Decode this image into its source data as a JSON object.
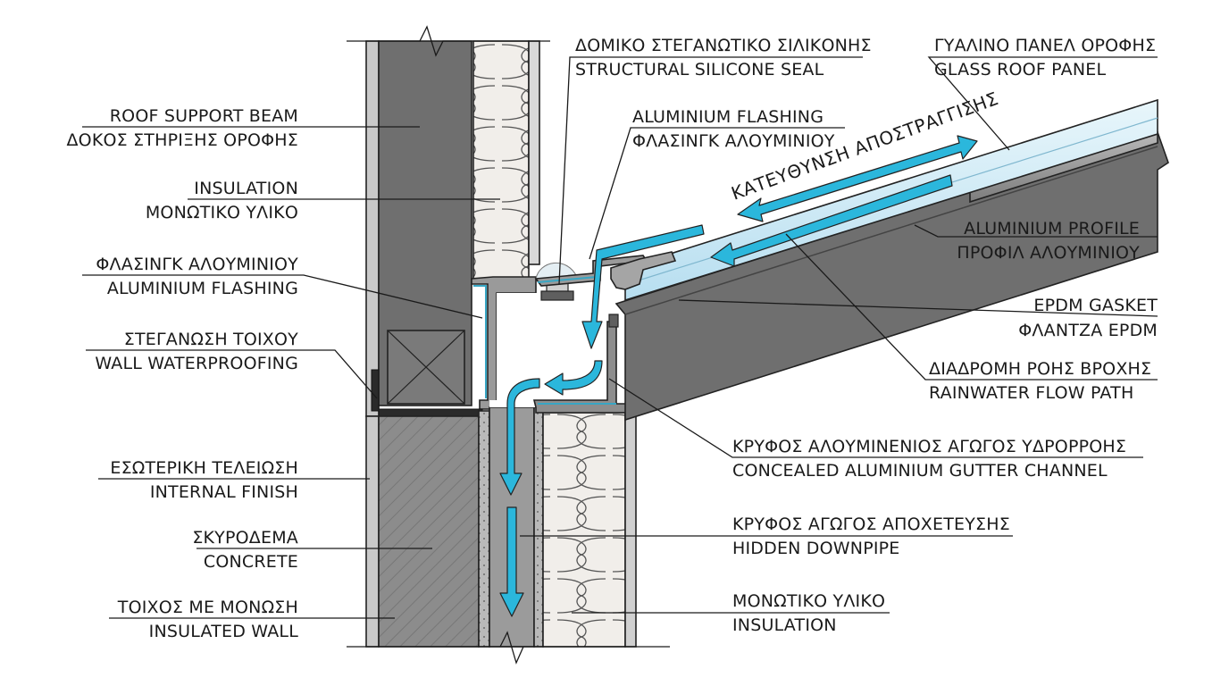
{
  "colors": {
    "concrete": "#8a8a8a",
    "steel": "#6b6b6b",
    "insulation_fill": "#f1eeea",
    "glass": "#cfe9f3",
    "water_arrow": "#2bb7dc",
    "ink": "#1a1a1a"
  },
  "flow_direction_text": "ΚΑΤΕΥΘΥΝΣΗ ΑΠΟΣΤΡΑΓΓΙΣΗΣ",
  "labels_left": [
    {
      "id": "roof-support-beam",
      "en": "ROOF SUPPORT BEAM",
      "gr": "ΔΟΚΟΣ ΣΤΗΡΙΞΗΣ ΟΡΟΦΗΣ",
      "en_first": true
    },
    {
      "id": "insulation-upper",
      "en": "INSULATION",
      "gr": "ΜΟΝΩΤΙΚΟ ΥΛΙΚΟ",
      "en_first": true
    },
    {
      "id": "aluminium-flashing-left",
      "en": "ALUMINIUM FLASHING",
      "gr": "ΦΛΑΣΙΝΓΚ ΑΛΟΥΜΙΝΙΟΥ",
      "en_first": false
    },
    {
      "id": "wall-waterproofing",
      "en": "WALL WATERPROOFING",
      "gr": "ΣΤΕΓΑΝΩΣΗ ΤΟΙΧΟΥ",
      "en_first": false
    },
    {
      "id": "internal-finish",
      "en": "INTERNAL FINISH",
      "gr": "ΕΣΩΤΕΡΙΚΗ ΤΕΛΕΙΩΣΗ",
      "en_first": false
    },
    {
      "id": "concrete",
      "en": "CONCRETE",
      "gr": "ΣΚΥΡΟΔΕΜΑ",
      "en_first": false
    },
    {
      "id": "insulated-wall",
      "en": "INSULATED WALL",
      "gr": "ΤΟΙΧΟΣ ΜΕ ΜΟΝΩΣΗ",
      "en_first": false
    }
  ],
  "labels_right": [
    {
      "id": "structural-silicone-seal",
      "en": "STRUCTURAL SILICONE SEAL",
      "gr": "ΔΟΜΙΚΟ ΣΤΕΓΑΝΩΤΙΚΟ ΣΙΛΙΚΟΝΗΣ",
      "en_first": false
    },
    {
      "id": "glass-roof-panel",
      "en": "GLASS ROOF PANEL",
      "gr": "ΓΥΑΛΙΝΟ ΠΑΝΕΛ ΟΡΟΦΗΣ",
      "en_first": false
    },
    {
      "id": "aluminium-flashing-right",
      "en": "ALUMINIUM FLASHING",
      "gr": "ΦΛΑΣΙΝΓΚ ΑΛΟΥΜΙΝΙΟΥ",
      "en_first": true
    },
    {
      "id": "aluminium-profile",
      "en": "ALUMINIUM PROFILE",
      "gr": "ΠΡΟΦΙΛ ΑΛΟΥΜΙΝΙΟΥ",
      "en_first": true
    },
    {
      "id": "epdm-gasket",
      "en": "EPDM GASKET",
      "gr": "ΦΛΑΝΤΖΑ EPDM",
      "en_first": true
    },
    {
      "id": "rainwater-flow-path",
      "en": "RAINWATER FLOW PATH",
      "gr": "ΔΙΑΔΡΟΜΗ ΡΟΗΣ ΒΡΟΧΗΣ",
      "en_first": false
    },
    {
      "id": "concealed-gutter-channel",
      "en": "CONCEALED ALUMINIUM GUTTER CHANNEL",
      "gr": "ΚΡΥΦΟΣ ΑΛΟΥΜΙΝΕΝΙΟΣ ΑΓΩΓΟΣ ΥΔΡΟΡΡΟΗΣ",
      "en_first": false
    },
    {
      "id": "hidden-downpipe",
      "en": "HIDDEN DOWNPIPE",
      "gr": "ΚΡΥΦΟΣ ΑΓΩΓΟΣ ΑΠΟΧΕΤΕΥΣΗΣ",
      "en_first": false
    },
    {
      "id": "insulation-lower",
      "en": "INSULATION",
      "gr": "ΜΟΝΩΤΙΚΟ ΥΛΙΚΟ",
      "en_first": false
    }
  ]
}
